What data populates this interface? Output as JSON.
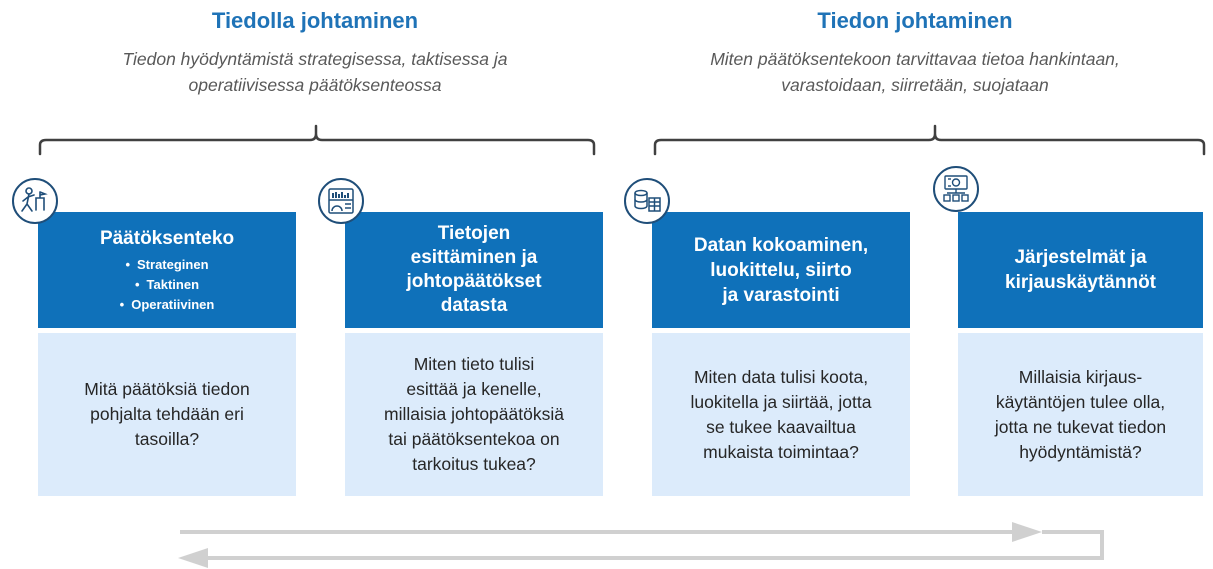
{
  "left_group": {
    "title": "Tiedolla johtaminen",
    "subtitle_lines": [
      "Tiedon hyödyntämistä strategisessa, taktisessa ja",
      "operatiivisessa päätöksenteossa"
    ]
  },
  "right_group": {
    "title": "Tiedon johtaminen",
    "subtitle_lines": [
      "Miten päätöksentekoon tarvittavaa tietoa hankintaan,",
      "varastoidaan, siirretään, suojataan"
    ]
  },
  "cards": [
    {
      "icon": "decision-making-icon",
      "title_lines": [
        "Päätöksenteko"
      ],
      "bullets": [
        "Strateginen",
        "Taktinen",
        "Operatiivinen"
      ],
      "body_lines": [
        "Mitä päätöksiä tiedon",
        "pohjalta tehdään eri",
        "tasoilla?"
      ]
    },
    {
      "icon": "dashboard-icon",
      "title_lines": [
        "Tietojen",
        "esittäminen ja",
        "johtopäätökset",
        "datasta"
      ],
      "body_lines": [
        "Miten tieto tulisi",
        "esittää ja kenelle,",
        "millaisia johtopäätöksiä",
        "tai päätöksentekoa on",
        "tarkoitus tukea?"
      ]
    },
    {
      "icon": "database-table-icon",
      "title_lines": [
        "Datan kokoaminen,",
        "luokittelu, siirto",
        "ja varastointi"
      ],
      "body_lines": [
        "Miten data tulisi koota,",
        "luokitella ja siirtää, jotta",
        "se tukee kaavailtua",
        "mukaista toimintaa?"
      ]
    },
    {
      "icon": "systems-icon",
      "title_lines": [
        "Järjestelmät ja",
        "kirjauskäytännöt"
      ],
      "body_lines": [
        "Millaisia kirjaus-",
        "käytäntöjen tulee olla,",
        "jotta ne tukevat tiedon",
        "hyödyntämistä?"
      ]
    }
  ],
  "colors": {
    "title_blue": "#1f73b7",
    "card_header": "#0f71ba",
    "card_body": "#dcebfb",
    "bracket": "#404040",
    "arrow": "#d0d0d0"
  }
}
